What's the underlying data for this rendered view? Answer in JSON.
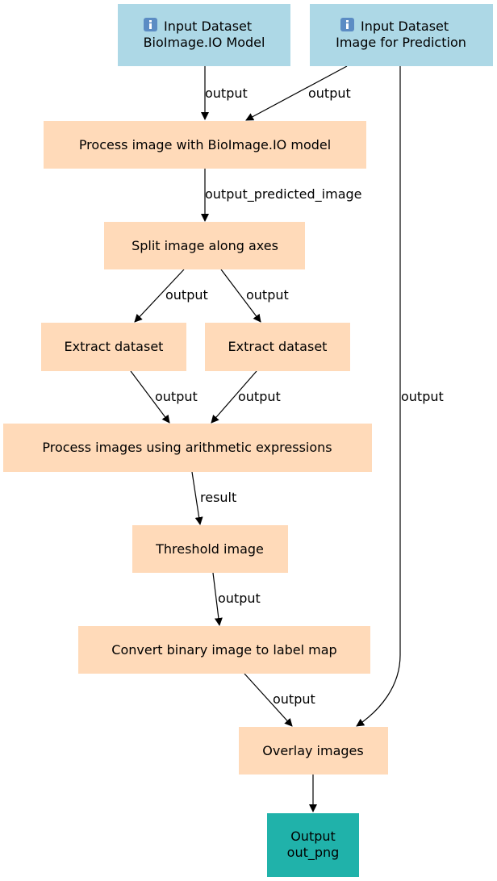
{
  "colors": {
    "input": "#add8e6",
    "step": "#ffdab9",
    "output": "#20b2aa",
    "edge": "#000000",
    "info_icon": "#5b8cc4"
  },
  "nodes": {
    "input_model": {
      "icon": "info-icon",
      "line1": "Input Dataset",
      "line2": "BioImage.IO Model"
    },
    "input_image": {
      "icon": "info-icon",
      "line1": "Input Dataset",
      "line2": "Image for Prediction"
    },
    "process_bioimage": {
      "label": "Process image with BioImage.IO model"
    },
    "split_axes": {
      "label": "Split image along axes"
    },
    "extract_1": {
      "label": "Extract dataset"
    },
    "extract_2": {
      "label": "Extract dataset"
    },
    "arith_expr": {
      "label": "Process images using arithmetic expressions"
    },
    "threshold": {
      "label": "Threshold image"
    },
    "convert_label": {
      "label": "Convert binary image to label map"
    },
    "overlay": {
      "label": "Overlay images"
    },
    "output_png": {
      "line1": "Output",
      "line2": "out_png"
    }
  },
  "edges": [
    {
      "id": "e1",
      "from": "input_model",
      "to": "process_bioimage",
      "label": "output"
    },
    {
      "id": "e2",
      "from": "input_image",
      "to": "process_bioimage",
      "label": "output"
    },
    {
      "id": "e3",
      "from": "process_bioimage",
      "to": "split_axes",
      "label": "output_predicted_image"
    },
    {
      "id": "e4",
      "from": "split_axes",
      "to": "extract_1",
      "label": "output"
    },
    {
      "id": "e5",
      "from": "split_axes",
      "to": "extract_2",
      "label": "output"
    },
    {
      "id": "e6",
      "from": "extract_1",
      "to": "arith_expr",
      "label": "output"
    },
    {
      "id": "e7",
      "from": "extract_2",
      "to": "arith_expr",
      "label": "output"
    },
    {
      "id": "e8",
      "from": "arith_expr",
      "to": "threshold",
      "label": "result"
    },
    {
      "id": "e9",
      "from": "threshold",
      "to": "convert_label",
      "label": "output"
    },
    {
      "id": "e10",
      "from": "convert_label",
      "to": "overlay",
      "label": "output"
    },
    {
      "id": "e11",
      "from": "input_image",
      "to": "overlay",
      "label": "output"
    },
    {
      "id": "e12",
      "from": "overlay",
      "to": "output_png",
      "label": ""
    }
  ]
}
